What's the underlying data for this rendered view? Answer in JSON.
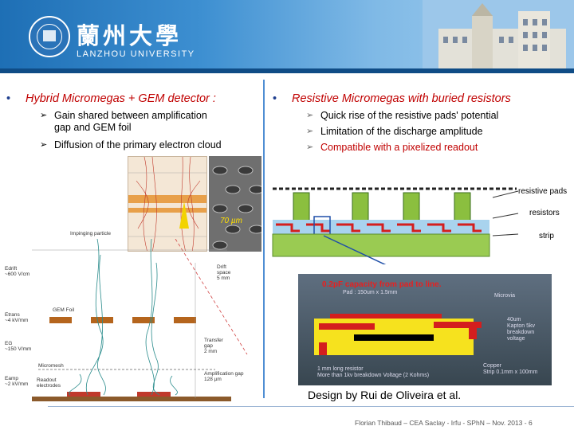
{
  "header": {
    "university_cn": "蘭州大學",
    "university_en": "LANZHOU UNIVERSITY"
  },
  "left": {
    "title": "Hybrid Micromegas + GEM detector :",
    "bullets": [
      "Gain shared between amplification",
      "gap and GEM foil",
      "Diffusion of the primary electron cloud"
    ],
    "sem_scale": "70 µm",
    "impinging": "Impinging particle",
    "e_drift": [
      "Edrift",
      "~600 V/cm"
    ],
    "e_tran": [
      "Etrans",
      "~4 kV/mm"
    ],
    "e_g": [
      "EG",
      "~150 V/mm"
    ],
    "e_amp": [
      "Eamp",
      "~2 kV/mm"
    ],
    "gem_foil": "GEM Foil",
    "micromesh": "Micromesh",
    "readout": [
      "Readout",
      "electrodes"
    ],
    "drift_space": [
      "Drift",
      "space",
      "5 mm"
    ],
    "transfer_gap": [
      "Transfer",
      "gap",
      "2 mm"
    ],
    "amp_gap": [
      "Amplification gap",
      "128 µm"
    ]
  },
  "right": {
    "title": "Resistive Micromegas with buried resistors",
    "bullets": [
      "Quick rise of the resistive pads' potential",
      "Limitation of the discharge amplitude",
      "Compatible with a pixelized readout"
    ],
    "labels": {
      "pads": "resistive pads",
      "resistors": "resistors",
      "strip": "strip"
    },
    "zoom": {
      "title": "0.2pF capacity from pad to line.",
      "pad": "Pad : 150um x 1.5mm",
      "microvia": "Microvia",
      "kapton": [
        "40um",
        "Kapton 5kv",
        "breakdown",
        "voltage"
      ],
      "resistor": [
        "1 mm long resistor",
        "More than 1kv breakdown Voltage (2 Kohms)"
      ],
      "copper": [
        "Copper",
        "Strip 0.1mm x 100mm"
      ]
    },
    "credit": "Design by Rui de Oliveira et al."
  },
  "footer": "Florian Thibaud  –  CEA Saclay - Irfu - SPhN  –  Nov. 2013  -  6"
}
